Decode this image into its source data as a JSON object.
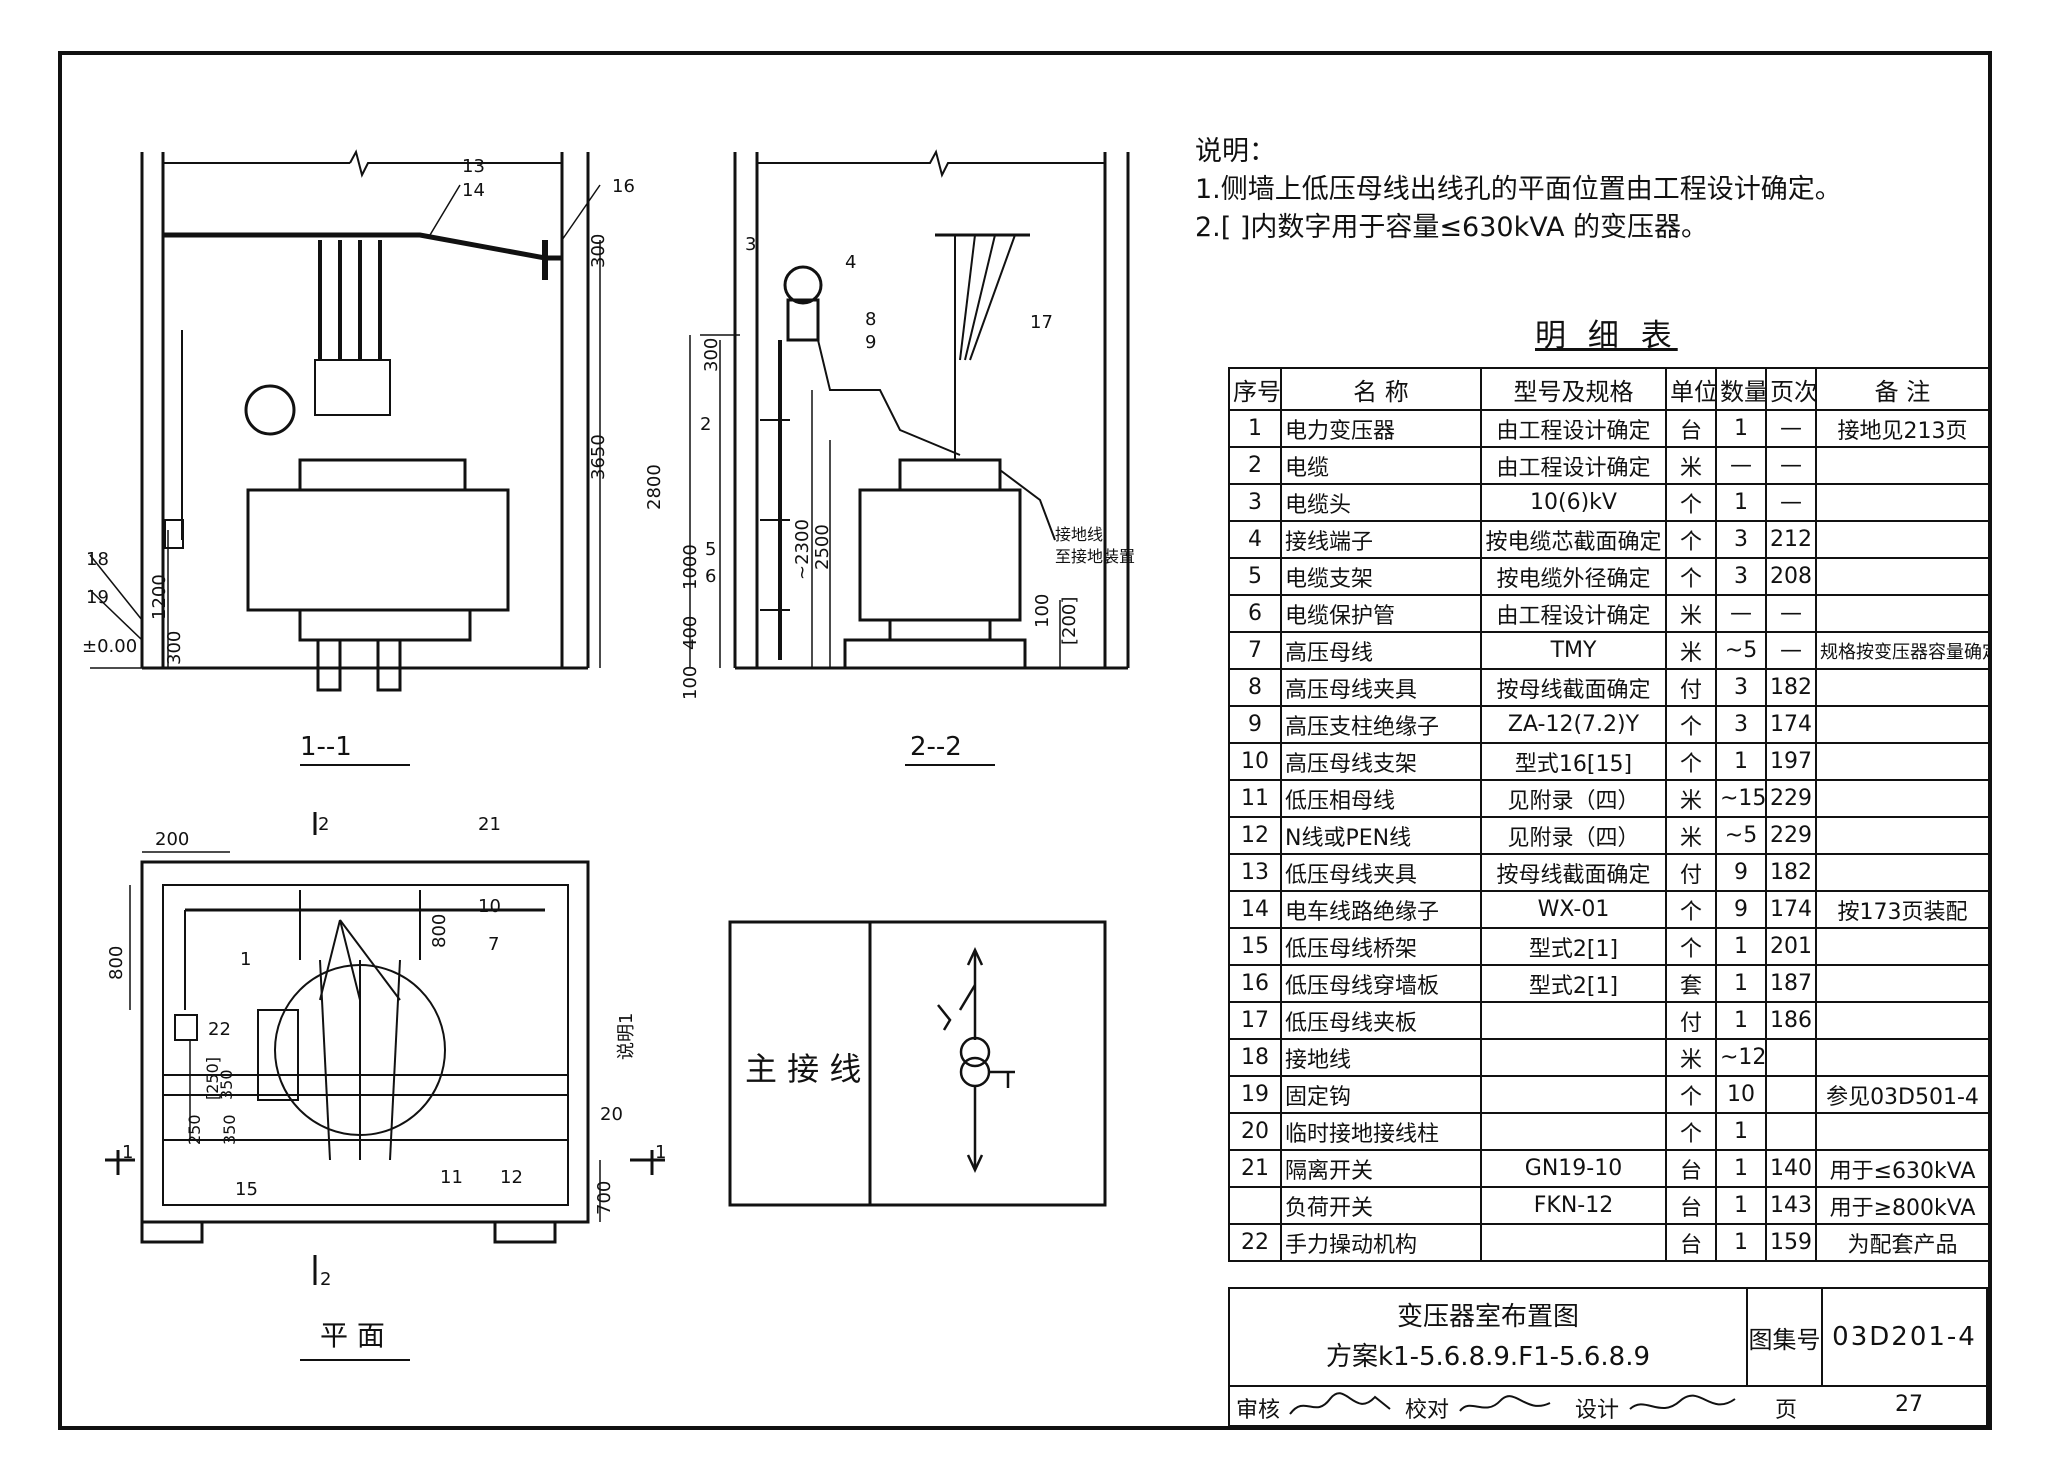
{
  "notes": {
    "title": "说明：",
    "items": [
      "1.侧墙上低压母线出线孔的平面位置由工程设计确定。",
      "2.[ ]内数字用于容量≤630kVA 的变压器。"
    ]
  },
  "parts_table": {
    "title": "明 细 表",
    "headers": [
      "序号",
      "名 称",
      "型号及规格",
      "单位",
      "数量",
      "页次",
      "备 注"
    ],
    "rows": [
      {
        "no": "1",
        "name": "电力变压器",
        "spec": "由工程设计确定",
        "unit": "台",
        "qty": "1",
        "page": "—",
        "remark": "接地见213页"
      },
      {
        "no": "2",
        "name": "电缆",
        "spec": "由工程设计确定",
        "unit": "米",
        "qty": "—",
        "page": "—",
        "remark": ""
      },
      {
        "no": "3",
        "name": "电缆头",
        "spec": "10(6)kV",
        "unit": "个",
        "qty": "1",
        "page": "—",
        "remark": ""
      },
      {
        "no": "4",
        "name": "接线端子",
        "spec": "按电缆芯截面确定",
        "unit": "个",
        "qty": "3",
        "page": "212",
        "remark": ""
      },
      {
        "no": "5",
        "name": "电缆支架",
        "spec": "按电缆外径确定",
        "unit": "个",
        "qty": "3",
        "page": "208",
        "remark": ""
      },
      {
        "no": "6",
        "name": "电缆保护管",
        "spec": "由工程设计确定",
        "unit": "米",
        "qty": "—",
        "page": "—",
        "remark": ""
      },
      {
        "no": "7",
        "name": "高压母线",
        "spec": "TMY",
        "unit": "米",
        "qty": "~5",
        "page": "—",
        "remark": "规格按变压器容量确定"
      },
      {
        "no": "8",
        "name": "高压母线夹具",
        "spec": "按母线截面确定",
        "unit": "付",
        "qty": "3",
        "page": "182",
        "remark": ""
      },
      {
        "no": "9",
        "name": "高压支柱绝缘子",
        "spec": "ZA-12(7.2)Y",
        "unit": "个",
        "qty": "3",
        "page": "174",
        "remark": ""
      },
      {
        "no": "10",
        "name": "高压母线支架",
        "spec": "型式16[15]",
        "unit": "个",
        "qty": "1",
        "page": "197",
        "remark": ""
      },
      {
        "no": "11",
        "name": "低压相母线",
        "spec": "见附录（四）",
        "unit": "米",
        "qty": "~15",
        "page": "229",
        "remark": ""
      },
      {
        "no": "12",
        "name": "N线或PEN线",
        "spec": "见附录（四）",
        "unit": "米",
        "qty": "~5",
        "page": "229",
        "remark": ""
      },
      {
        "no": "13",
        "name": "低压母线夹具",
        "spec": "按母线截面确定",
        "unit": "付",
        "qty": "9",
        "page": "182",
        "remark": ""
      },
      {
        "no": "14",
        "name": "电车线路绝缘子",
        "spec": "WX-01",
        "unit": "个",
        "qty": "9",
        "page": "174",
        "remark": "按173页装配"
      },
      {
        "no": "15",
        "name": "低压母线桥架",
        "spec": "型式2[1]",
        "unit": "个",
        "qty": "1",
        "page": "201",
        "remark": ""
      },
      {
        "no": "16",
        "name": "低压母线穿墙板",
        "spec": "型式2[1]",
        "unit": "套",
        "qty": "1",
        "page": "187",
        "remark": ""
      },
      {
        "no": "17",
        "name": "低压母线夹板",
        "spec": "",
        "unit": "付",
        "qty": "1",
        "page": "186",
        "remark": ""
      },
      {
        "no": "18",
        "name": "接地线",
        "spec": "",
        "unit": "米",
        "qty": "~12",
        "page": "",
        "remark": ""
      },
      {
        "no": "19",
        "name": "固定钩",
        "spec": "",
        "unit": "个",
        "qty": "10",
        "page": "",
        "remark": "参见03D501-4"
      },
      {
        "no": "20",
        "name": "临时接地接线柱",
        "spec": "",
        "unit": "个",
        "qty": "1",
        "page": "",
        "remark": ""
      },
      {
        "no": "21",
        "name": "隔离开关",
        "spec": "GN19-10",
        "unit": "台",
        "qty": "1",
        "page": "140",
        "remark": "用于≤630kVA"
      },
      {
        "no": "",
        "name": "负荷开关",
        "spec": "FKN-12",
        "unit": "台",
        "qty": "1",
        "page": "143",
        "remark": "用于≥800kVA"
      },
      {
        "no": "22",
        "name": "手力操动机构",
        "spec": "",
        "unit": "台",
        "qty": "1",
        "page": "159",
        "remark": "为配套产品"
      }
    ]
  },
  "title_block": {
    "title": "变压器室布置图",
    "subtitle": "方案k1-5.6.8.9.F1-5.6.8.9",
    "atlas_label": "图集号",
    "atlas_no": "03D201-4",
    "review_label": "审核",
    "check_label": "校对",
    "design_label": "设计",
    "page_label": "页",
    "page_no": "27"
  },
  "main_wiring": {
    "label": "主 接 线"
  },
  "views": {
    "section_1": "1--1",
    "section_2": "2--2",
    "plan": "平 面",
    "cut_2": "2",
    "cut_1": "1"
  },
  "section1_dims": [
    "300",
    "3650",
    "1200",
    "300",
    "±0.00"
  ],
  "section1_labels": [
    "13",
    "14",
    "16",
    "18",
    "19"
  ],
  "section2_dims": [
    "300",
    "2800",
    "~2300",
    "2500",
    "1000",
    "400",
    "100",
    "100",
    "[200]"
  ],
  "section2_labels": [
    "3",
    "4",
    "8",
    "9",
    "2",
    "5",
    "6",
    "17"
  ],
  "ground_note": [
    "接地线",
    "至接地装置"
  ],
  "plan_dims": [
    "200",
    "800",
    "800",
    "[250]",
    "250",
    "350",
    "350",
    "700"
  ],
  "plan_labels": [
    "21",
    "10",
    "7",
    "1",
    "22",
    "20",
    "11",
    "12",
    "15"
  ],
  "plan_note": "说明1"
}
